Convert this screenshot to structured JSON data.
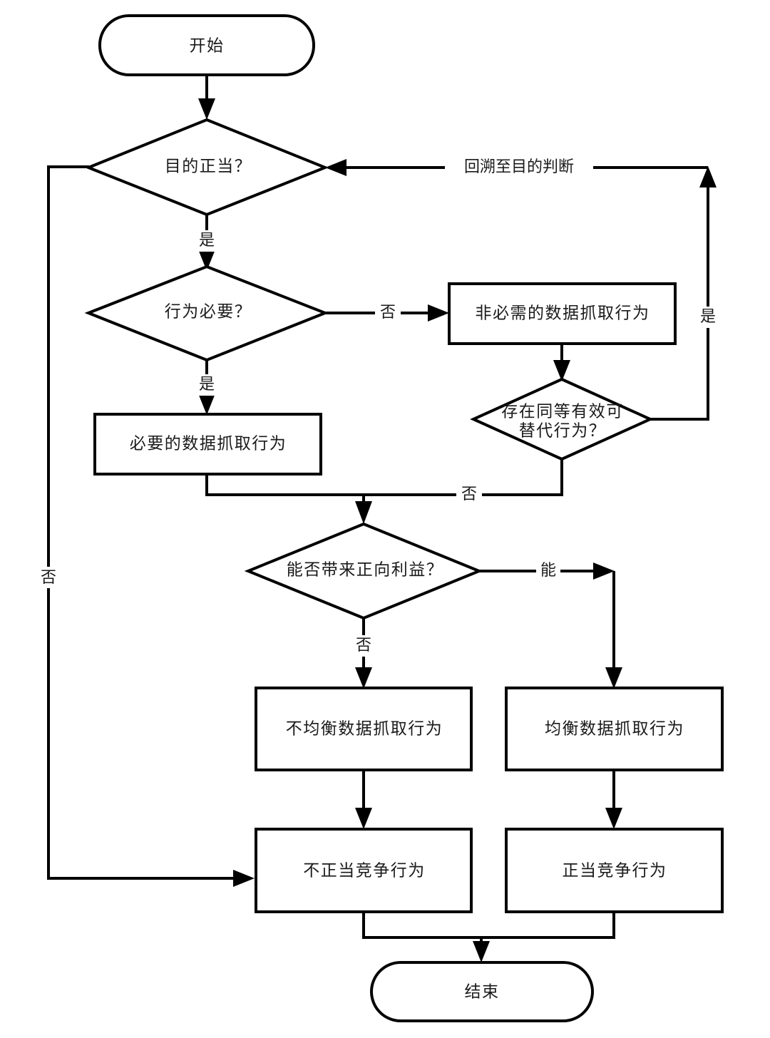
{
  "diagram": {
    "type": "flowchart",
    "orientation": "top-to-bottom",
    "background_color": "#ffffff",
    "line_color": "#000000",
    "text_color": "#1a1a1a",
    "nodes": {
      "start": {
        "label": "开始",
        "shape": "terminator"
      },
      "purpose_legit": {
        "label": "目的正当？",
        "shape": "decision"
      },
      "conduct_necessary": {
        "label": "行为必要？",
        "shape": "decision"
      },
      "necessary_scraping": {
        "label": "必要的数据抓取行为",
        "shape": "process"
      },
      "unnecessary_scraping": {
        "label": "非必需的数据抓取行为",
        "shape": "process"
      },
      "alternative_exists_line1": {
        "label": "存在同等有效可",
        "shape": "decision"
      },
      "alternative_exists_line2": {
        "label": "替代行为？",
        "shape": "decision"
      },
      "positive_benefit": {
        "label": "能否带来正向利益？",
        "shape": "decision"
      },
      "unbalanced_scraping": {
        "label": "不均衡数据抓取行为",
        "shape": "process"
      },
      "balanced_scraping": {
        "label": "均衡数据抓取行为",
        "shape": "process"
      },
      "unfair_competition": {
        "label": "不正当竞争行为",
        "shape": "process"
      },
      "fair_competition": {
        "label": "正当竞争行为",
        "shape": "process"
      },
      "end": {
        "label": "结束",
        "shape": "terminator"
      }
    },
    "edge_labels": {
      "purpose_no": "否",
      "purpose_yes": "是",
      "necessary_no": "否",
      "necessary_yes": "是",
      "backtrack": "回溯至目的判断",
      "alternative_yes": "是",
      "alternative_no": "否",
      "benefit_yes": "能",
      "benefit_no": "否"
    }
  }
}
